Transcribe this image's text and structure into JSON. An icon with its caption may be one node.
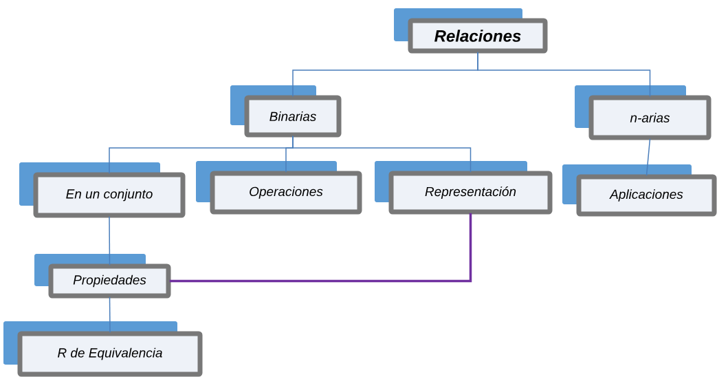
{
  "diagram": {
    "nodes": [
      {
        "text": [
          "Relaciones"
        ]
      },
      {
        "text": [
          "Binarias"
        ]
      },
      {
        "text": [
          "n-arias"
        ]
      },
      {
        "text": [
          "En un conjunto"
        ]
      },
      {
        "text": [
          "Operaciones"
        ]
      },
      {
        "text": [
          "Representación"
        ]
      },
      {
        "text": [
          "Aplicaciones"
        ]
      },
      {
        "text": [
          "Propiedades"
        ]
      },
      {
        "text": [
          "R de Equivalencia"
        ]
      }
    ],
    "edges": [
      {
        "from": 0,
        "to": 1,
        "arrow": "none"
      },
      {
        "from": 0,
        "to": 2,
        "arrow": "none"
      },
      {
        "from": 1,
        "to": 3,
        "arrow": "none"
      },
      {
        "from": 1,
        "to": 4,
        "arrow": "none"
      },
      {
        "from": 1,
        "to": 5,
        "arrow": "none"
      },
      {
        "from": 2,
        "to": 6,
        "arrow": "none"
      },
      {
        "from": 3,
        "to": 7,
        "arrow": "none"
      },
      {
        "from": 7,
        "to": 8,
        "arrow": "none"
      },
      {
        "from": 5,
        "to": 7,
        "arrow": "none",
        "style": "thick",
        "color": "#7030a0"
      }
    ]
  }
}
